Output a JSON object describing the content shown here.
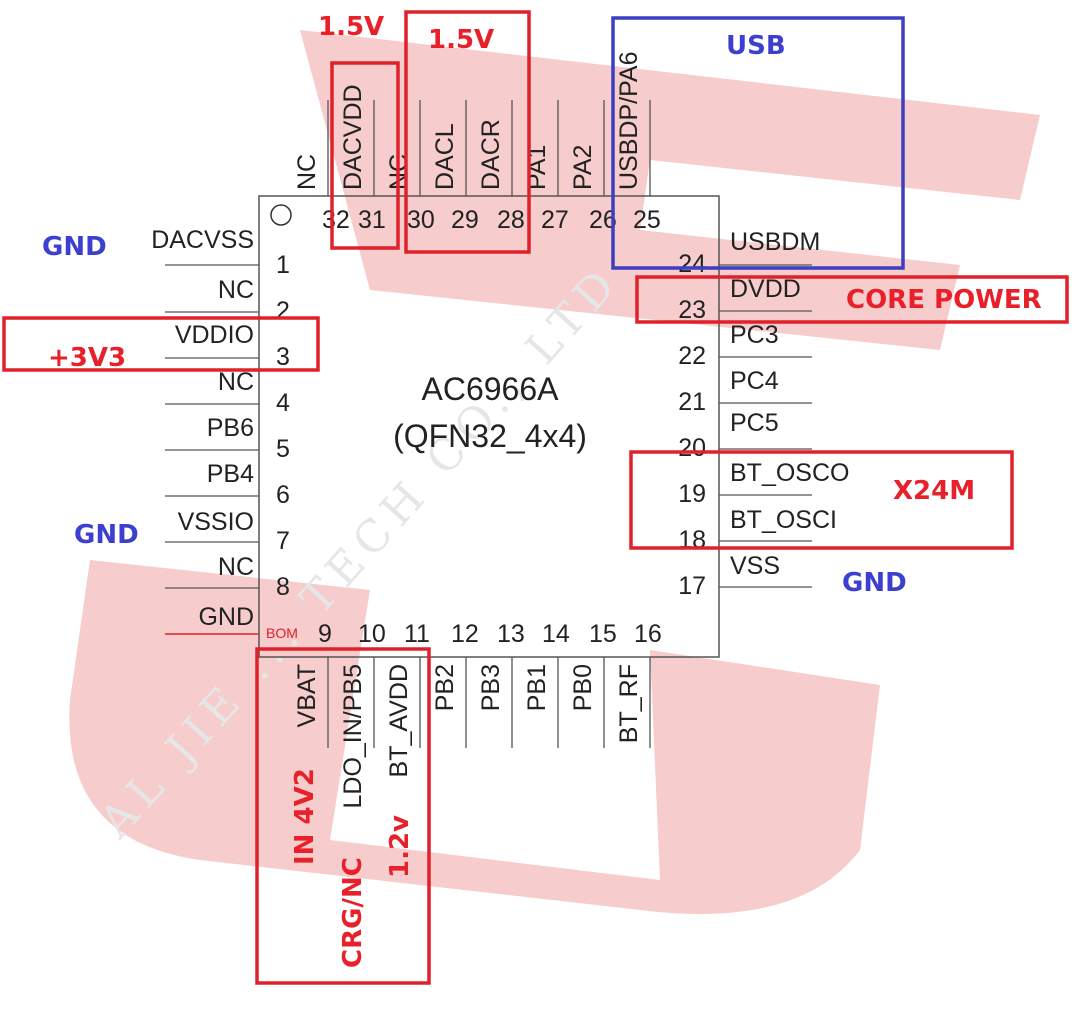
{
  "colors": {
    "annotation_red": "#e8202a",
    "annotation_blue": "#3c3fcf",
    "watermark": "#f6c9c9"
  },
  "chip": {
    "name": "AC6966A",
    "package": "(QFN32_4x4)",
    "bom_mark": "BOM"
  },
  "watermark": {
    "text": "AL JIE ... TECH CO., LTD"
  },
  "pins": {
    "top": [
      {
        "num": "32",
        "name": "NC"
      },
      {
        "num": "31",
        "name": "DACVDD"
      },
      {
        "num": "30",
        "name": "NC"
      },
      {
        "num": "29",
        "name": "DACL"
      },
      {
        "num": "28",
        "name": "DACR"
      },
      {
        "num": "27",
        "name": "PA1"
      },
      {
        "num": "26",
        "name": "PA2"
      },
      {
        "num": "25",
        "name": "USBDP/PA6"
      }
    ],
    "left": [
      {
        "num": "1",
        "name": "DACVSS"
      },
      {
        "num": "2",
        "name": "NC"
      },
      {
        "num": "3",
        "name": "VDDIO"
      },
      {
        "num": "4",
        "name": "NC"
      },
      {
        "num": "5",
        "name": "PB6"
      },
      {
        "num": "6",
        "name": "PB4"
      },
      {
        "num": "7",
        "name": "VSSIO"
      },
      {
        "num": "8",
        "name": "NC"
      },
      {
        "num": "",
        "name": "GND"
      }
    ],
    "right": [
      {
        "num": "24",
        "name": "USBDM"
      },
      {
        "num": "23",
        "name": "DVDD"
      },
      {
        "num": "22",
        "name": "PC3"
      },
      {
        "num": "21",
        "name": "PC4"
      },
      {
        "num": "20",
        "name": "PC5"
      },
      {
        "num": "19",
        "name": "BT_OSCO"
      },
      {
        "num": "18",
        "name": "BT_OSCI"
      },
      {
        "num": "17",
        "name": "VSS"
      }
    ],
    "bottom": [
      {
        "num": "9",
        "name": "VBAT"
      },
      {
        "num": "10",
        "name": "LDO_IN/PB5"
      },
      {
        "num": "11",
        "name": "BT_AVDD"
      },
      {
        "num": "12",
        "name": "PB2"
      },
      {
        "num": "13",
        "name": "PB3"
      },
      {
        "num": "14",
        "name": "PB1"
      },
      {
        "num": "15",
        "name": "PB0"
      },
      {
        "num": "16",
        "name": "BT_RF"
      }
    ]
  },
  "annotations": {
    "dacvdd": "1.5V",
    "dac_out": "1.5V",
    "usb": "USB",
    "gnd_left_top": "GND",
    "vddio": "+3V3",
    "gnd_left_mid": "GND",
    "core_power": "CORE POWER",
    "xtal": "X24M",
    "gnd_right": "GND",
    "vbat": "IN 4V2",
    "ldo_in": "CRG/NC",
    "bt_avdd": "1.2v"
  }
}
